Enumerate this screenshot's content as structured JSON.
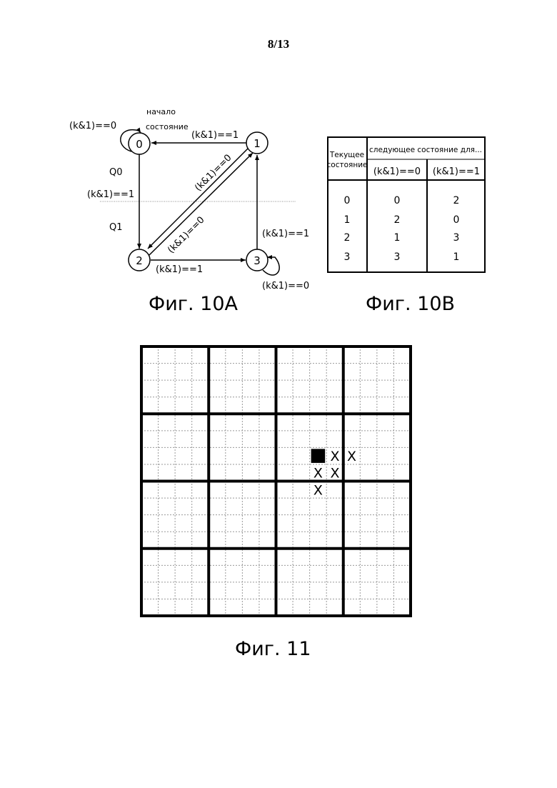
{
  "page_number": "8/13",
  "fig10a": {
    "caption": "Фиг. 10A",
    "start_label_line1": "начало",
    "start_label_line2": "состояние",
    "states": [
      "0",
      "1",
      "2",
      "3"
    ],
    "q0_label": "Q0",
    "q1_label": "Q1",
    "transitions": {
      "s0_self": "(k&1)==0",
      "s1_to_s0": "(k&1)==1",
      "s0_to_s2": "(k&1)==1",
      "s1_to_s2": "(k&1)==0",
      "s2_to_s1": "(k&1)==0",
      "s2_to_s3": "(k&1)==1",
      "s3_to_s1": "(k&1)==1",
      "s3_self": "(k&1)==0"
    }
  },
  "fig10b": {
    "caption": "Фиг. 10B",
    "header_current": [
      "Текущее",
      "состояние"
    ],
    "header_next": "следующее состояние для...",
    "col_k0": "(k&1)==0",
    "col_k1": "(k&1)==1",
    "rows": [
      {
        "current": "0",
        "k0": "0",
        "k1": "2"
      },
      {
        "current": "1",
        "k0": "2",
        "k1": "0"
      },
      {
        "current": "2",
        "k0": "1",
        "k1": "3"
      },
      {
        "current": "3",
        "k0": "3",
        "k1": "1"
      }
    ]
  },
  "fig11": {
    "caption": "Фиг. 11",
    "grid_size": 16,
    "block_size": 4,
    "filled_cell": {
      "row": 6,
      "col": 10
    },
    "x_mark": "X",
    "x_cells": [
      {
        "row": 6,
        "col": 11
      },
      {
        "row": 6,
        "col": 12
      },
      {
        "row": 7,
        "col": 10
      },
      {
        "row": 7,
        "col": 11
      },
      {
        "row": 8,
        "col": 10
      }
    ]
  }
}
